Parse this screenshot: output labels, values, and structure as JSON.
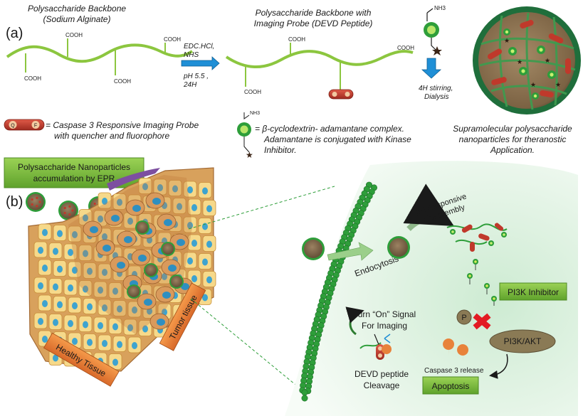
{
  "panel_a": {
    "label": "(a)",
    "backbone_title_1": "Polysaccharide Backbone",
    "backbone_title_2": "(Sodium Alginate)",
    "cooh": "COOH",
    "step1_line1": "EDC.HCl,",
    "step1_line2": "NHS",
    "step1_line3": "pH 5.5 ,",
    "step1_line4": "24H",
    "probe_title_1": "Polysaccharide Backbone with",
    "probe_title_2": "Imaging Probe (DEVD Peptide)",
    "nh3": "NH3",
    "step2_line1": "4H stirring,",
    "step2_line2": "Dialysis",
    "legend_probe_q": "Q",
    "legend_probe_f": "F",
    "legend_probe_line1": "= Caspase 3 Responsive Imaging Probe",
    "legend_probe_line2": "with quencher and fluorophore",
    "legend_cd_line1": "= β-cyclodextrin- adamantane complex.",
    "legend_cd_line2": "Adamantane is conjugated with Kinase",
    "legend_cd_line3": "Inhibitor.",
    "np_caption_line1": "Supramolecular polysaccharide",
    "np_caption_line2": "nanoparticles for theranostic",
    "np_caption_line3": "Application."
  },
  "panel_b": {
    "label": "(b)",
    "epr_line1": "Polysaccharide Nanoparticles",
    "epr_line2": "accumulation by EPR",
    "tumor_tissue": "Tumor tissue",
    "healthy_tissue": "Healthy Tissue",
    "endocytosis": "Endocytosis",
    "ph_line1": "pH Responsive",
    "ph_line2": "disassembly",
    "pi3k_inhibitor": "PI3K Inhibitor",
    "p": "P",
    "pi3k_akt": "PI3K/AKT",
    "turn_on_line1": "Turn “On” Signal",
    "turn_on_line2": "For Imaging",
    "caspase_release": "Caspase 3 release",
    "apoptosis": "Apoptosis",
    "devd_line1": "DEVD peptide",
    "devd_line2": "Cleavage"
  },
  "colors": {
    "backbone_green": "#8cc63f",
    "arrow_blue": "#1f8fd6",
    "probe_red": "#c0392b",
    "label_box_green": "#7bbd3a",
    "cell_green_light": "#e6f5e6",
    "membrane_green": "#2e9e3a",
    "tumor_orange": "#e8823a",
    "cell_yellow": "#f6d98a",
    "nucleus_blue": "#3ea3cf",
    "np_brown": "#8a6e4b",
    "akt_brown": "#8a7a55"
  }
}
